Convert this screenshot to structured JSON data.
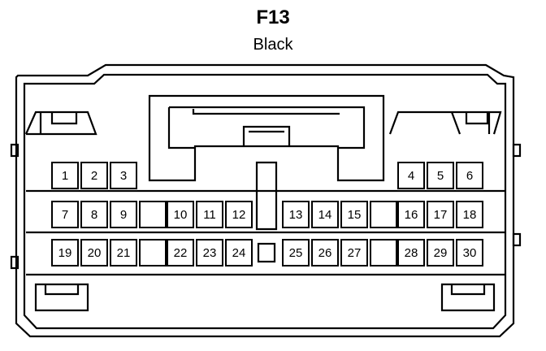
{
  "connector": {
    "id": "F13",
    "color": "Black"
  },
  "pins": [
    {
      "label": "1",
      "row": 0,
      "col": 0
    },
    {
      "label": "2",
      "row": 0,
      "col": 1
    },
    {
      "label": "3",
      "row": 0,
      "col": 2
    },
    {
      "label": "4",
      "row": 0,
      "col": 14
    },
    {
      "label": "5",
      "row": 0,
      "col": 15
    },
    {
      "label": "6",
      "row": 0,
      "col": 16
    },
    {
      "label": "7",
      "row": 1,
      "col": 0
    },
    {
      "label": "8",
      "row": 1,
      "col": 1
    },
    {
      "label": "9",
      "row": 1,
      "col": 2
    },
    {
      "label": "",
      "row": 1,
      "col": 3
    },
    {
      "label": "10",
      "row": 1,
      "col": 4
    },
    {
      "label": "11",
      "row": 1,
      "col": 5
    },
    {
      "label": "12",
      "row": 1,
      "col": 6
    },
    {
      "label": "13",
      "row": 1,
      "col": 9
    },
    {
      "label": "14",
      "row": 1,
      "col": 10
    },
    {
      "label": "15",
      "row": 1,
      "col": 11
    },
    {
      "label": "",
      "row": 1,
      "col": 12
    },
    {
      "label": "16",
      "row": 1,
      "col": 14
    },
    {
      "label": "17",
      "row": 1,
      "col": 15
    },
    {
      "label": "18",
      "row": 1,
      "col": 16
    },
    {
      "label": "19",
      "row": 2,
      "col": 0
    },
    {
      "label": "20",
      "row": 2,
      "col": 1
    },
    {
      "label": "21",
      "row": 2,
      "col": 2
    },
    {
      "label": "",
      "row": 2,
      "col": 3
    },
    {
      "label": "22",
      "row": 2,
      "col": 4
    },
    {
      "label": "23",
      "row": 2,
      "col": 5
    },
    {
      "label": "24",
      "row": 2,
      "col": 6
    },
    {
      "label": "25",
      "row": 2,
      "col": 9
    },
    {
      "label": "26",
      "row": 2,
      "col": 10
    },
    {
      "label": "27",
      "row": 2,
      "col": 11
    },
    {
      "label": "",
      "row": 2,
      "col": 12
    },
    {
      "label": "28",
      "row": 2,
      "col": 14
    },
    {
      "label": "29",
      "row": 2,
      "col": 15
    },
    {
      "label": "30",
      "row": 2,
      "col": 16
    }
  ]
}
